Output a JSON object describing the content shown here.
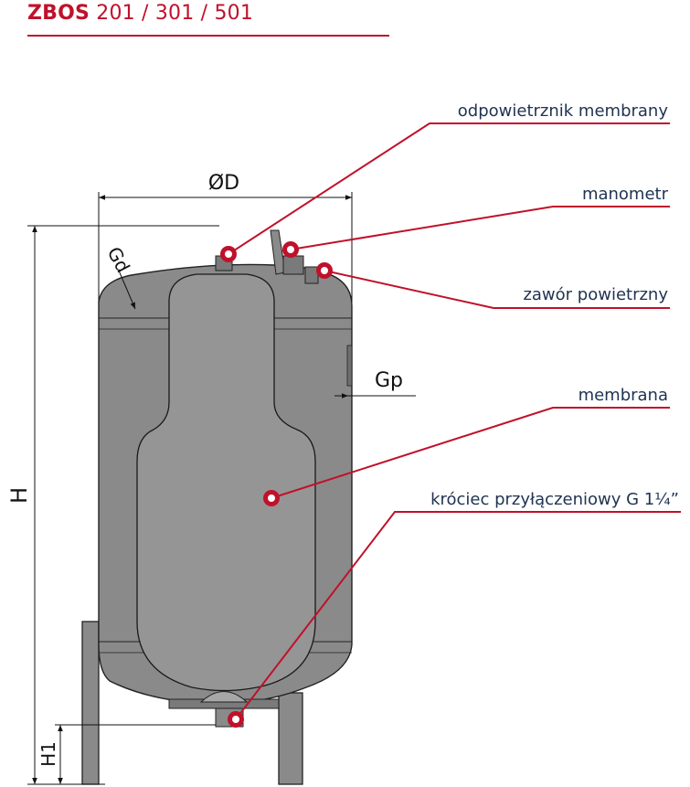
{
  "header": {
    "model_bold": "ZBOS",
    "model_variants": " 201 / 301 / 501"
  },
  "dimensions": {
    "diameter": "ØD",
    "top_connection": "Gd",
    "side_connection": "Gp",
    "height": "H",
    "foot_height": "H1"
  },
  "callouts": {
    "membrane_vent": "odpowietrznik membrany",
    "pressure_gauge": "manometr",
    "air_valve": "zawór powietrzny",
    "membrane": "membrana",
    "connector": "króciec przyłączeniowy G 1¼”"
  },
  "colors": {
    "accent": "#c0112b",
    "vessel_fill": "#8a8a8a",
    "membrane_fill": "#939393",
    "outline": "#222222"
  }
}
